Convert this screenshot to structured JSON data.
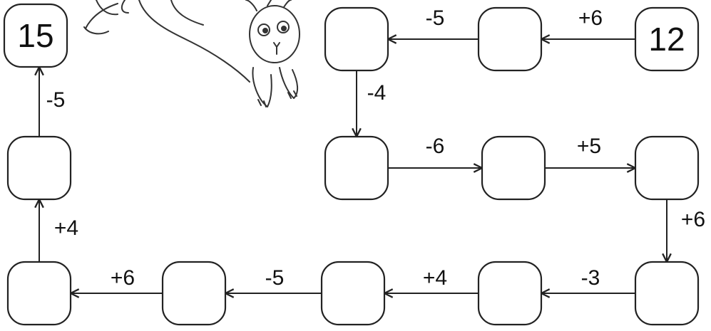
{
  "start_value": "12",
  "end_value": "15",
  "boxes": [
    {
      "id": "b12",
      "value": "12"
    },
    {
      "id": "b1",
      "value": ""
    },
    {
      "id": "b2",
      "value": ""
    },
    {
      "id": "b3",
      "value": ""
    },
    {
      "id": "b4",
      "value": ""
    },
    {
      "id": "b5",
      "value": ""
    },
    {
      "id": "b6",
      "value": ""
    },
    {
      "id": "b7",
      "value": ""
    },
    {
      "id": "b8",
      "value": ""
    },
    {
      "id": "b9",
      "value": ""
    },
    {
      "id": "b10",
      "value": ""
    },
    {
      "id": "b11",
      "value": ""
    },
    {
      "id": "b15",
      "value": "15"
    }
  ],
  "operations": [
    "+6",
    "-5",
    "-4",
    "-6",
    "+5",
    "+6",
    "-3",
    "+4",
    "-5",
    "+6",
    "+4",
    "-5"
  ],
  "decoration": {
    "icon": "rabbit-icon"
  },
  "colors": {
    "line": "#222222",
    "background": "#ffffff"
  }
}
